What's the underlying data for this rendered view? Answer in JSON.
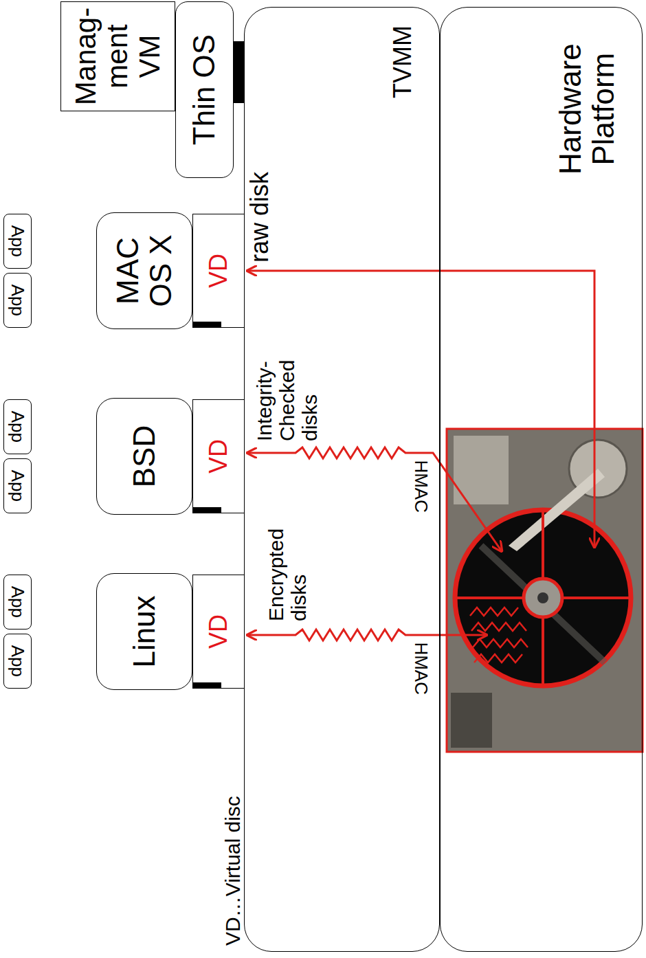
{
  "diagram": {
    "nodes": [
      {
        "text": [
          "App"
        ]
      },
      {
        "text": [
          "App"
        ]
      },
      {
        "text": [
          "App"
        ]
      },
      {
        "text": [
          "App"
        ]
      },
      {
        "text": [
          "App"
        ]
      },
      {
        "text": [
          "App"
        ]
      },
      {
        "text": [
          "Manag- ment VM"
        ]
      },
      {
        "text": [
          "Linux"
        ]
      },
      {
        "text": [
          "BSD"
        ]
      },
      {
        "text": [
          "MAC OS X"
        ]
      },
      {
        "text": [
          "Thin OS"
        ]
      },
      {
        "text": [
          "VD"
        ]
      },
      {
        "text": [
          "VD"
        ]
      },
      {
        "text": [
          "VD"
        ]
      },
      {
        "text": [
          "TVMM"
        ]
      },
      {
        "text": [
          "Hardware Platform"
        ]
      }
    ],
    "labels": [
      "VD…Virtual disc",
      "Encrypted disks",
      "HMAC",
      "Integrity- Checked disks",
      "HMAC",
      "raw disk"
    ]
  }
}
